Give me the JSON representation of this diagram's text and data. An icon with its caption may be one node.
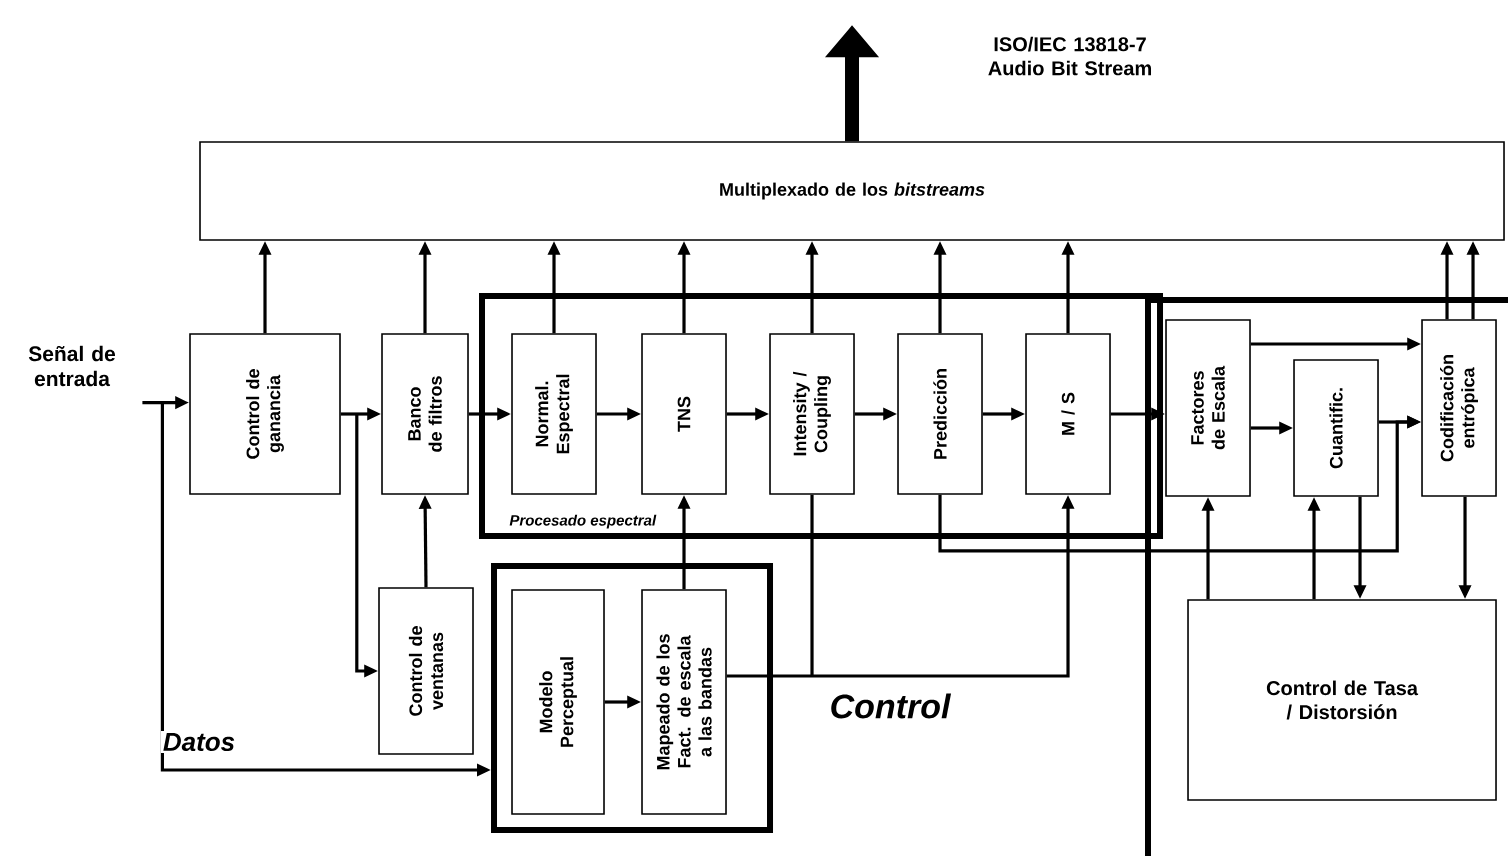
{
  "diagram": {
    "nodes": [
      {
        "text": [
          "Multiplexado de los *bitstreams*"
        ]
      },
      {
        "text": [
          "Señal de entrada"
        ]
      },
      {
        "text": [
          "Control de ganancia"
        ]
      },
      {
        "text": [
          "Banco de filtros"
        ]
      },
      {
        "text": [
          "Procesado espectral"
        ]
      },
      {
        "text": [
          "Normal. Espectral"
        ],
        "in": 4
      },
      {
        "text": [
          "TNS"
        ],
        "in": 4
      },
      {
        "text": [
          "Intensity / Coupling"
        ],
        "in": 4
      },
      {
        "text": [
          "Predicción"
        ],
        "in": 4
      },
      {
        "text": [
          "M / S"
        ],
        "in": 4
      },
      {
        "text": [
          "Control de ventanas"
        ]
      },
      {
        "text": [],
        "shape": "box"
      },
      {
        "text": [
          "Modelo Perceptual"
        ],
        "in": 11
      },
      {
        "text": [
          "Mapeado de los Fact. de escala a las bandas"
        ],
        "in": 11
      },
      {
        "text": [
          "Factores de Escala"
        ]
      },
      {
        "text": [
          "Cuantific."
        ]
      },
      {
        "text": [
          "Codificación entrópica"
        ]
      },
      {
        "text": [
          "Control de Tasa / Distorsión"
        ]
      }
    ],
    "edges": [
      {
        "from": 0,
        "to": null,
        "arrow": "to",
        "style": "thick"
      },
      {
        "from": 1,
        "to": 2,
        "arrow": "to"
      },
      {
        "from": 1,
        "to": 11,
        "arrow": "to",
        "label": "Datos"
      },
      {
        "from": 2,
        "to": 0,
        "arrow": "to"
      },
      {
        "from": 2,
        "to": 3,
        "arrow": "to"
      },
      {
        "from": 2,
        "to": 10,
        "arrow": "to"
      },
      {
        "from": 10,
        "to": 3,
        "arrow": "to"
      },
      {
        "from": 3,
        "to": 0,
        "arrow": "to"
      },
      {
        "from": 3,
        "to": 5,
        "arrow": "to"
      },
      {
        "from": 5,
        "to": 0,
        "arrow": "to"
      },
      {
        "from": 6,
        "to": 0,
        "arrow": "to"
      },
      {
        "from": 7,
        "to": 0,
        "arrow": "to"
      },
      {
        "from": 8,
        "to": 0,
        "arrow": "to"
      },
      {
        "from": 9,
        "to": 0,
        "arrow": "to"
      },
      {
        "from": 5,
        "to": 6,
        "arrow": "to"
      },
      {
        "from": 6,
        "to": 7,
        "arrow": "to"
      },
      {
        "from": 7,
        "to": 8,
        "arrow": "to"
      },
      {
        "from": 8,
        "to": 9,
        "arrow": "to"
      },
      {
        "from": 9,
        "to": 14,
        "arrow": "to"
      },
      {
        "from": 12,
        "to": 13,
        "arrow": "to"
      },
      {
        "from": 13,
        "to": 6,
        "arrow": "to"
      },
      {
        "from": 13,
        "to": 9,
        "arrow": "to"
      },
      {
        "from": 13,
        "to": 7,
        "arrow": "none"
      },
      {
        "from": 8,
        "to": 16,
        "arrow": "to"
      },
      {
        "from": 14,
        "to": 15,
        "arrow": "to"
      },
      {
        "from": 14,
        "to": 16,
        "arrow": "to"
      },
      {
        "from": 15,
        "to": 16,
        "arrow": "to"
      },
      {
        "from": 16,
        "to": 0,
        "arrow": "to"
      },
      {
        "from": 16,
        "to": 0,
        "arrow": "to"
      },
      {
        "from": 17,
        "to": 14,
        "arrow": "to"
      },
      {
        "from": 17,
        "to": 15,
        "arrow": "to"
      },
      {
        "from": 15,
        "to": 17,
        "arrow": "to"
      },
      {
        "from": 16,
        "to": 17,
        "arrow": "to"
      }
    ],
    "labels": [
      "ISO/IEC 13818-7 Audio Bit Stream",
      "Control"
    ]
  }
}
